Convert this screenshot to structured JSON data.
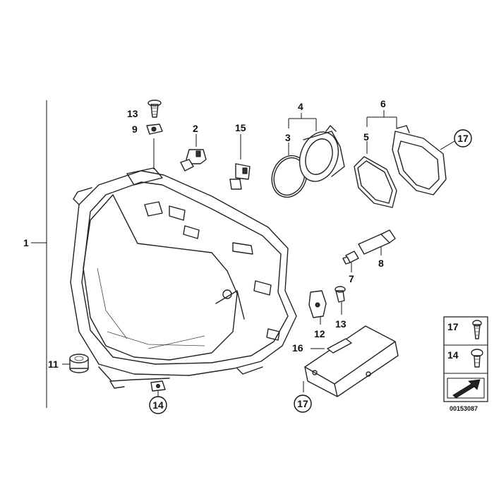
{
  "callouts": {
    "c1": "1",
    "c2": "2",
    "c3": "3",
    "c4": "4",
    "c5": "5",
    "c6": "6",
    "c7": "7",
    "c8": "8",
    "c9": "9",
    "c11": "11",
    "c12": "12",
    "c13a": "13",
    "c13b": "13",
    "c14": "14",
    "c15": "15",
    "c16": "16",
    "c17a": "17",
    "c17b": "17"
  },
  "legend": {
    "row1_number": "17",
    "row2_number": "14"
  },
  "diagram_id": "00153087"
}
